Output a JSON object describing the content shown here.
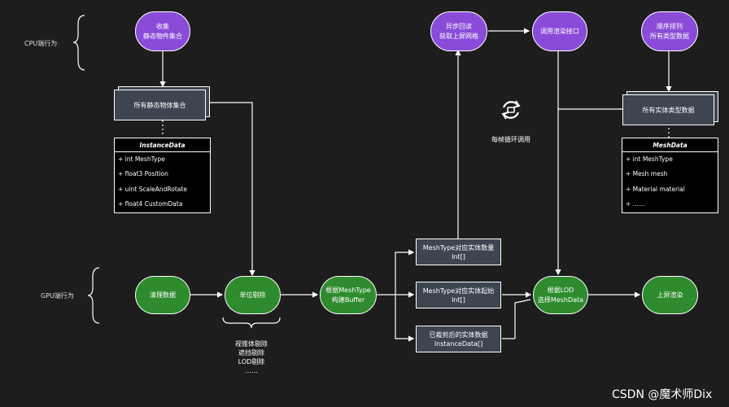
{
  "labels": {
    "cpu": "CPU端行为",
    "gpu": "GPU端行为",
    "loop": "每帧循环调用",
    "watermark": "CSDN @魔术师Dix"
  },
  "nodes": {
    "collect": "收集\n静态物件集合",
    "all_static": "所有静态物体集合",
    "async_read": "异步回读\n获取上屏网格",
    "call_render": "调用渲染接口",
    "sort": "顺序排列\n所有类型数据",
    "all_types": "所有实体类型数据",
    "clear": "清理数据",
    "unit_cull": "单位剔除",
    "build_buffer": "根据MeshType\n构建Buffer",
    "count_buf": "MeshType对应实体数量\nInt[]",
    "start_buf": "MeshType对应实体起始\nInt[]",
    "culled_buf": "已裁剪后的实体数据\nInstanceData[]",
    "select_lod": "根据LOD\n选择MeshData",
    "present": "上屏渲染"
  },
  "instance_data": {
    "title": "InstanceData",
    "fields": [
      "+ int MeshType",
      "+ float3 Position",
      "+ uint ScaleAndRotate",
      "+ float4 CustomData"
    ]
  },
  "mesh_data": {
    "title": "MeshData",
    "fields": [
      "+ int MeshType",
      "+ Mesh mesh",
      "+ Material material",
      "+ ……"
    ]
  },
  "cull_list": [
    "视锥体剔除",
    "遮挡剔除",
    "LOD剔除",
    "……"
  ],
  "colors": {
    "background": "#1d1d1d",
    "purple": "#8a4bd9",
    "green": "#2e8b2e",
    "box": "#3d4550"
  }
}
